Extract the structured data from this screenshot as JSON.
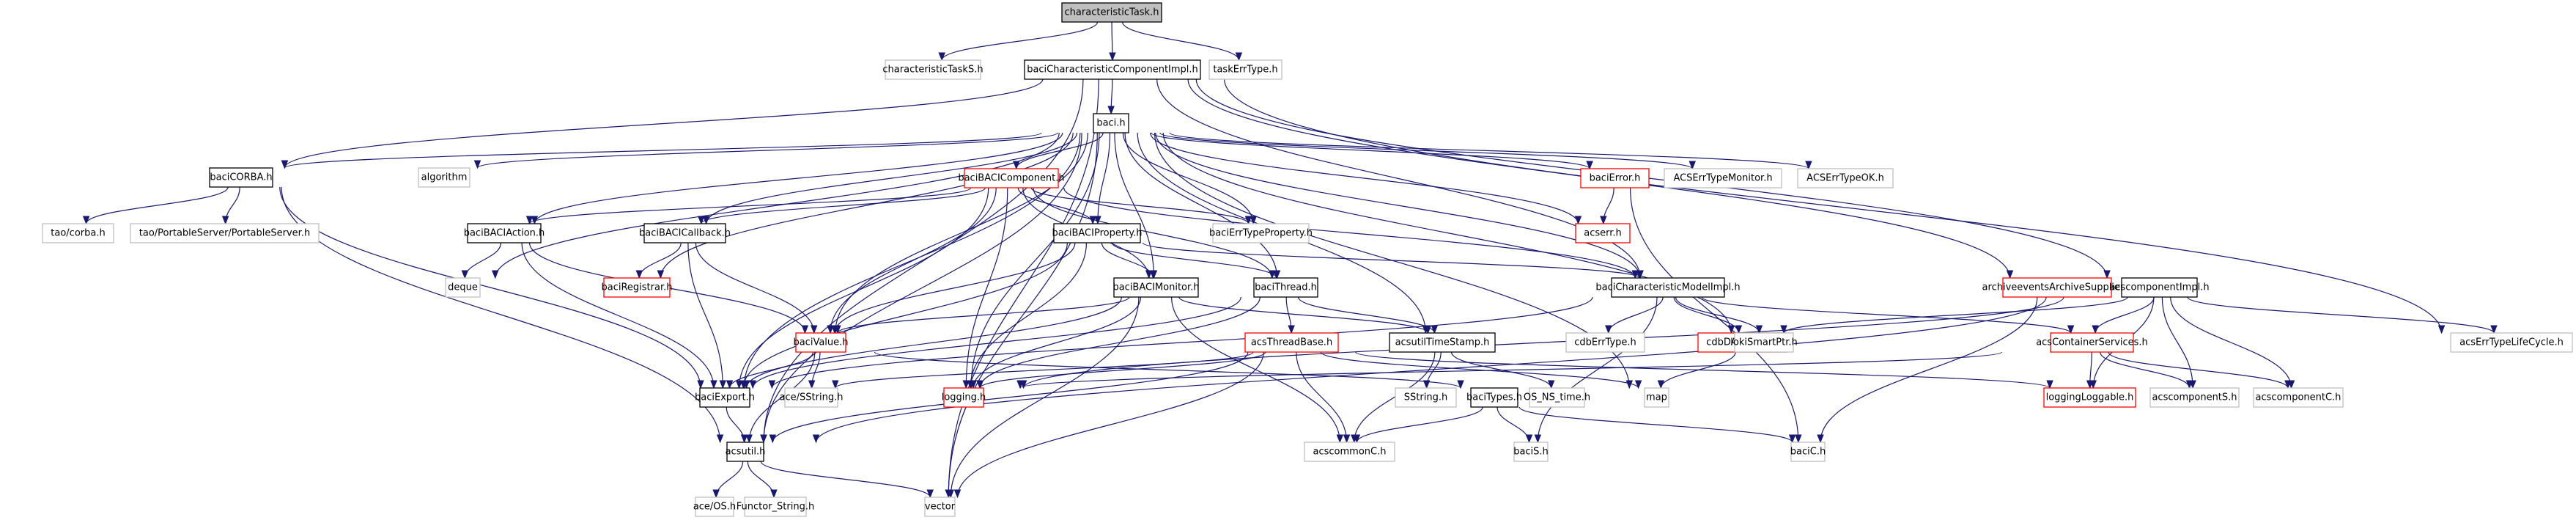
{
  "graph": {
    "title": "characteristicTask.h",
    "colors": {
      "edge": "#191970",
      "root_fill": "#bfbfbf",
      "documented_border": "#000000",
      "external_border": "#bfbfbf",
      "truncated_border": "#ff0000"
    },
    "nodes": [
      {
        "id": "characteristicTask",
        "label": "characteristicTask.h",
        "kind": "root"
      },
      {
        "id": "characteristicTaskS",
        "label": "characteristicTaskS.h",
        "kind": "external"
      },
      {
        "id": "baciCharacteristicComponentImpl",
        "label": "baciCharacteristicComponentImpl.h",
        "kind": "documented"
      },
      {
        "id": "taskErrType",
        "label": "taskErrType.h",
        "kind": "external"
      },
      {
        "id": "baci",
        "label": "baci.h",
        "kind": "documented"
      },
      {
        "id": "baciCORBA",
        "label": "baciCORBA.h",
        "kind": "documented"
      },
      {
        "id": "algorithm",
        "label": "algorithm",
        "kind": "external"
      },
      {
        "id": "baciBACIComponent",
        "label": "baciBACIComponent.h",
        "kind": "truncated"
      },
      {
        "id": "baciError",
        "label": "baciError.h",
        "kind": "truncated"
      },
      {
        "id": "ACSErrTypeMonitor",
        "label": "ACSErrTypeMonitor.h",
        "kind": "external"
      },
      {
        "id": "ACSErrTypeOK",
        "label": "ACSErrTypeOK.h",
        "kind": "external"
      },
      {
        "id": "taoCorba",
        "label": "tao/corba.h",
        "kind": "external"
      },
      {
        "id": "taoPortableServer",
        "label": "tao/PortableServer/PortableServer.h",
        "kind": "external"
      },
      {
        "id": "baciBACIAction",
        "label": "baciBACIAction.h",
        "kind": "documented"
      },
      {
        "id": "baciBACICallback",
        "label": "baciBACICallback.h",
        "kind": "documented"
      },
      {
        "id": "baciBACIProperty",
        "label": "baciBACIProperty.h",
        "kind": "documented"
      },
      {
        "id": "baciErrTypeProperty",
        "label": "baciErrTypeProperty.h",
        "kind": "external"
      },
      {
        "id": "acserr",
        "label": "acserr.h",
        "kind": "truncated"
      },
      {
        "id": "archiveeventsArchiveSupplier",
        "label": "archiveeventsArchiveSupplier.h",
        "kind": "truncated"
      },
      {
        "id": "acscomponentImpl",
        "label": "acscomponentImpl.h",
        "kind": "documented"
      },
      {
        "id": "deque",
        "label": "deque",
        "kind": "external"
      },
      {
        "id": "baciRegistrar",
        "label": "baciRegistrar.h",
        "kind": "truncated"
      },
      {
        "id": "baciBACIMonitor",
        "label": "baciBACIMonitor.h",
        "kind": "documented"
      },
      {
        "id": "baciThread",
        "label": "baciThread.h",
        "kind": "documented"
      },
      {
        "id": "baciCharacteristicModelImpl",
        "label": "baciCharacteristicModelImpl.h",
        "kind": "documented"
      },
      {
        "id": "baciValue",
        "label": "baciValue.h",
        "kind": "truncated"
      },
      {
        "id": "acsThreadBase",
        "label": "acsThreadBase.h",
        "kind": "truncated"
      },
      {
        "id": "acsutilTimeStamp",
        "label": "acsutilTimeStamp.h",
        "kind": "documented"
      },
      {
        "id": "cdbErrType",
        "label": "cdbErrType.h",
        "kind": "external"
      },
      {
        "id": "cdbDAONode",
        "label": "cdbDAONode.h",
        "kind": "truncated"
      },
      {
        "id": "lokiSmartPtr",
        "label": "lokiSmartPtr.h",
        "kind": "external"
      },
      {
        "id": "acsContainerServices",
        "label": "acsContainerServices.h",
        "kind": "truncated"
      },
      {
        "id": "acsErrTypeLifeCycle",
        "label": "acsErrTypeLifeCycle.h",
        "kind": "external"
      },
      {
        "id": "baciExport",
        "label": "baciExport.h",
        "kind": "documented"
      },
      {
        "id": "aceSString",
        "label": "ace/SString.h",
        "kind": "external"
      },
      {
        "id": "logging",
        "label": "logging.h",
        "kind": "truncated"
      },
      {
        "id": "SString",
        "label": "SString.h",
        "kind": "external"
      },
      {
        "id": "baciTypes",
        "label": "baciTypes.h",
        "kind": "documented"
      },
      {
        "id": "OS_NS_time",
        "label": "OS_NS_time.h",
        "kind": "external"
      },
      {
        "id": "map",
        "label": "map",
        "kind": "external"
      },
      {
        "id": "loggingLoggable",
        "label": "loggingLoggable.h",
        "kind": "truncated"
      },
      {
        "id": "acscomponentS",
        "label": "acscomponentS.h",
        "kind": "external"
      },
      {
        "id": "acscomponentC",
        "label": "acscomponentC.h",
        "kind": "external"
      },
      {
        "id": "acsutil",
        "label": "acsutil.h",
        "kind": "documented"
      },
      {
        "id": "acscommonC",
        "label": "acscommonC.h",
        "kind": "external"
      },
      {
        "id": "baciS",
        "label": "baciS.h",
        "kind": "external"
      },
      {
        "id": "baciC",
        "label": "baciC.h",
        "kind": "external"
      },
      {
        "id": "aceOS",
        "label": "ace/OS.h",
        "kind": "external"
      },
      {
        "id": "FunctorString",
        "label": "Functor_String.h",
        "kind": "external"
      },
      {
        "id": "vector",
        "label": "vector",
        "kind": "external"
      }
    ],
    "edges": [
      [
        "characteristicTask",
        "characteristicTaskS"
      ],
      [
        "characteristicTask",
        "baciCharacteristicComponentImpl"
      ],
      [
        "characteristicTask",
        "taskErrType"
      ],
      [
        "baciCharacteristicComponentImpl",
        "baci"
      ],
      [
        "baciCharacteristicComponentImpl",
        "baciCORBA"
      ],
      [
        "baciCharacteristicComponentImpl",
        "acsutil"
      ],
      [
        "baciCharacteristicComponentImpl",
        "vector"
      ],
      [
        "baciCharacteristicComponentImpl",
        "baciCharacteristicModelImpl"
      ],
      [
        "baciCharacteristicComponentImpl",
        "acscomponentImpl"
      ],
      [
        "baciCharacteristicComponentImpl",
        "archiveeventsArchiveSupplier"
      ],
      [
        "baciCharacteristicComponentImpl",
        "acsErrTypeLifeCycle"
      ],
      [
        "baci",
        "baciCORBA"
      ],
      [
        "baci",
        "algorithm"
      ],
      [
        "baci",
        "baciBACIComponent"
      ],
      [
        "baci",
        "baciError"
      ],
      [
        "baci",
        "ACSErrTypeMonitor"
      ],
      [
        "baci",
        "ACSErrTypeOK"
      ],
      [
        "baci",
        "baciBACIAction"
      ],
      [
        "baci",
        "baciBACICallback"
      ],
      [
        "baci",
        "baciBACIProperty"
      ],
      [
        "baci",
        "baciErrTypeProperty"
      ],
      [
        "baci",
        "acserr"
      ],
      [
        "baci",
        "deque"
      ],
      [
        "baci",
        "baciRegistrar"
      ],
      [
        "baci",
        "baciBACIMonitor"
      ],
      [
        "baci",
        "baciThread"
      ],
      [
        "baci",
        "baciCharacteristicModelImpl"
      ],
      [
        "baci",
        "baciValue"
      ],
      [
        "baci",
        "acsutilTimeStamp"
      ],
      [
        "baci",
        "baciExport"
      ],
      [
        "baci",
        "logging"
      ],
      [
        "baci",
        "acsutil"
      ],
      [
        "baci",
        "vector"
      ],
      [
        "baci",
        "map"
      ],
      [
        "baci",
        "lokiSmartPtr"
      ],
      [
        "baciCORBA",
        "taoCorba"
      ],
      [
        "baciCORBA",
        "taoPortableServer"
      ],
      [
        "baciCORBA",
        "baciExport"
      ],
      [
        "baciCORBA",
        "acsutil"
      ],
      [
        "baciBACIComponent",
        "baciBACIAction"
      ],
      [
        "baciBACIComponent",
        "baciBACICallback"
      ],
      [
        "baciBACIComponent",
        "baciBACIProperty"
      ],
      [
        "baciBACIComponent",
        "baciErrTypeProperty"
      ],
      [
        "baciBACIComponent",
        "baciThread"
      ],
      [
        "baciBACIComponent",
        "baciBACIMonitor"
      ],
      [
        "baciBACIComponent",
        "baciCharacteristicModelImpl"
      ],
      [
        "baciBACIComponent",
        "baciValue"
      ],
      [
        "baciBACIComponent",
        "baciExport"
      ],
      [
        "baciBACIComponent",
        "logging"
      ],
      [
        "baciError",
        "acserr"
      ],
      [
        "baciError",
        "baciC"
      ],
      [
        "baciBACIAction",
        "deque"
      ],
      [
        "baciBACIAction",
        "baciValue"
      ],
      [
        "baciBACIAction",
        "baciExport"
      ],
      [
        "baciBACICallback",
        "baciRegistrar"
      ],
      [
        "baciBACICallback",
        "baciValue"
      ],
      [
        "baciBACICallback",
        "baciExport"
      ],
      [
        "baciBACIProperty",
        "baciBACIMonitor"
      ],
      [
        "baciBACIProperty",
        "baciThread"
      ],
      [
        "baciBACIProperty",
        "baciCharacteristicModelImpl"
      ],
      [
        "baciBACIProperty",
        "baciValue"
      ],
      [
        "baciBACIProperty",
        "baciExport"
      ],
      [
        "baciBACIProperty",
        "logging"
      ],
      [
        "baciBACIMonitor",
        "baciValue"
      ],
      [
        "baciBACIMonitor",
        "baciExport"
      ],
      [
        "baciBACIMonitor",
        "acsutilTimeStamp"
      ],
      [
        "baciBACIMonitor",
        "logging"
      ],
      [
        "baciBACIMonitor",
        "acscommonC"
      ],
      [
        "baciBACIMonitor",
        "vector"
      ],
      [
        "baciThread",
        "acsThreadBase"
      ],
      [
        "baciThread",
        "acsutilTimeStamp"
      ],
      [
        "baciThread",
        "baciExport"
      ],
      [
        "baciThread",
        "logging"
      ],
      [
        "baciCharacteristicModelImpl",
        "cdbErrType"
      ],
      [
        "baciCharacteristicModelImpl",
        "cdbDAONode"
      ],
      [
        "baciCharacteristicModelImpl",
        "lokiSmartPtr"
      ],
      [
        "baciCharacteristicModelImpl",
        "acsContainerServices"
      ],
      [
        "baciCharacteristicModelImpl",
        "baciS"
      ],
      [
        "baciCharacteristicModelImpl",
        "baciExport"
      ],
      [
        "baciValue",
        "baciExport"
      ],
      [
        "baciValue",
        "aceSString"
      ],
      [
        "baciValue",
        "acsutil"
      ],
      [
        "baciValue",
        "baciTypes"
      ],
      [
        "acsThreadBase",
        "logging"
      ],
      [
        "acsThreadBase",
        "acsutil"
      ],
      [
        "acsThreadBase",
        "vector"
      ],
      [
        "acsThreadBase",
        "acscommonC"
      ],
      [
        "acsThreadBase",
        "loggingLoggable"
      ],
      [
        "acsThreadBase",
        "aceSString"
      ],
      [
        "acsThreadBase",
        "map"
      ],
      [
        "acsutilTimeStamp",
        "SString"
      ],
      [
        "acsutilTimeStamp",
        "OS_NS_time"
      ],
      [
        "acsutilTimeStamp",
        "acscommonC"
      ],
      [
        "cdbDAONode",
        "map"
      ],
      [
        "acsContainerServices",
        "logging"
      ],
      [
        "acsContainerServices",
        "loggingLoggable"
      ],
      [
        "acsContainerServices",
        "acscomponentS"
      ],
      [
        "acsContainerServices",
        "acscomponentC"
      ],
      [
        "acscomponentImpl",
        "acsContainerServices"
      ],
      [
        "acscomponentImpl",
        "acsErrTypeLifeCycle"
      ],
      [
        "acscomponentImpl",
        "loggingLoggable"
      ],
      [
        "acscomponentImpl",
        "acscomponentS"
      ],
      [
        "acscomponentImpl",
        "acscomponentC"
      ],
      [
        "acscomponentImpl",
        "logging"
      ],
      [
        "acscomponentImpl",
        "lokiSmartPtr"
      ],
      [
        "acscomponentImpl",
        "acsutil"
      ],
      [
        "archiveeventsArchiveSupplier",
        "baciC"
      ],
      [
        "baciTypes",
        "baciS"
      ],
      [
        "baciTypes",
        "baciC"
      ],
      [
        "baciTypes",
        "acscommonC"
      ],
      [
        "baciExport",
        "acsutil"
      ],
      [
        "acsutil",
        "aceOS"
      ],
      [
        "acsutil",
        "FunctorString"
      ],
      [
        "acsutil",
        "vector"
      ]
    ]
  }
}
